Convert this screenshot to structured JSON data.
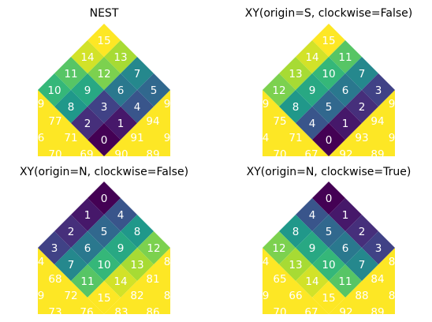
{
  "chart_data": [
    {
      "type": "heatmap",
      "title": "NEST",
      "diamond": [
        [
          15
        ],
        [
          14,
          13
        ],
        [
          11,
          12,
          7
        ],
        [
          10,
          9,
          6,
          5
        ],
        [
          8,
          3,
          4
        ],
        [
          2,
          1
        ],
        [
          0
        ]
      ],
      "sides": {
        "left": [
          [
            9
          ],
          [
            77
          ],
          [
            6,
            71
          ],
          [
            70,
            69
          ]
        ],
        "right": [
          [
            9
          ],
          [
            94
          ],
          [
            91,
            9
          ],
          [
            90,
            89
          ]
        ]
      }
    },
    {
      "type": "heatmap",
      "title": "XY(origin=S, clockwise=False)",
      "diamond": [
        [
          15
        ],
        [
          14,
          11
        ],
        [
          13,
          10,
          7
        ],
        [
          12,
          9,
          6,
          3
        ],
        [
          8,
          5,
          2
        ],
        [
          4,
          1
        ],
        [
          0
        ]
      ],
      "sides": {
        "left": [
          [
            9
          ],
          [
            75
          ],
          [
            4,
            71
          ],
          [
            70,
            67
          ]
        ],
        "right": [
          [
            9
          ],
          [
            94
          ],
          [
            93,
            9
          ],
          [
            92,
            89
          ]
        ]
      }
    },
    {
      "type": "heatmap",
      "title": "XY(origin=N, clockwise=False)",
      "diamond": [
        [
          0
        ],
        [
          1,
          4
        ],
        [
          2,
          5,
          8
        ],
        [
          3,
          6,
          9,
          12
        ],
        [
          7,
          10,
          13
        ],
        [
          11,
          14
        ],
        [
          15
        ]
      ],
      "sides": {
        "left": [
          [
            4
          ],
          [
            68
          ],
          [
            9,
            72
          ],
          [
            73,
            76
          ]
        ],
        "right": [
          [
            8
          ],
          [
            81
          ],
          [
            82,
            8
          ],
          [
            83,
            86
          ]
        ]
      }
    },
    {
      "type": "heatmap",
      "title": "XY(origin=N, clockwise=True)",
      "diamond": [
        [
          0
        ],
        [
          4,
          1
        ],
        [
          8,
          5,
          2
        ],
        [
          12,
          9,
          6,
          3
        ],
        [
          13,
          10,
          7
        ],
        [
          14,
          11
        ],
        [
          15
        ]
      ],
      "sides": {
        "left": [
          [
            4
          ],
          [
            65
          ],
          [
            9,
            66
          ],
          [
            70,
            67
          ]
        ],
        "right": [
          [
            8
          ],
          [
            84
          ],
          [
            88,
            8
          ],
          [
            92,
            89
          ]
        ]
      }
    }
  ],
  "colors": {
    "viridis": [
      "#440154",
      "#482878",
      "#3e4989",
      "#31688e",
      "#26828e",
      "#1f9e89",
      "#35b779",
      "#6ece58",
      "#b5de2b",
      "#fde725"
    ],
    "outside": "#fde725",
    "text": "#ffffff"
  }
}
